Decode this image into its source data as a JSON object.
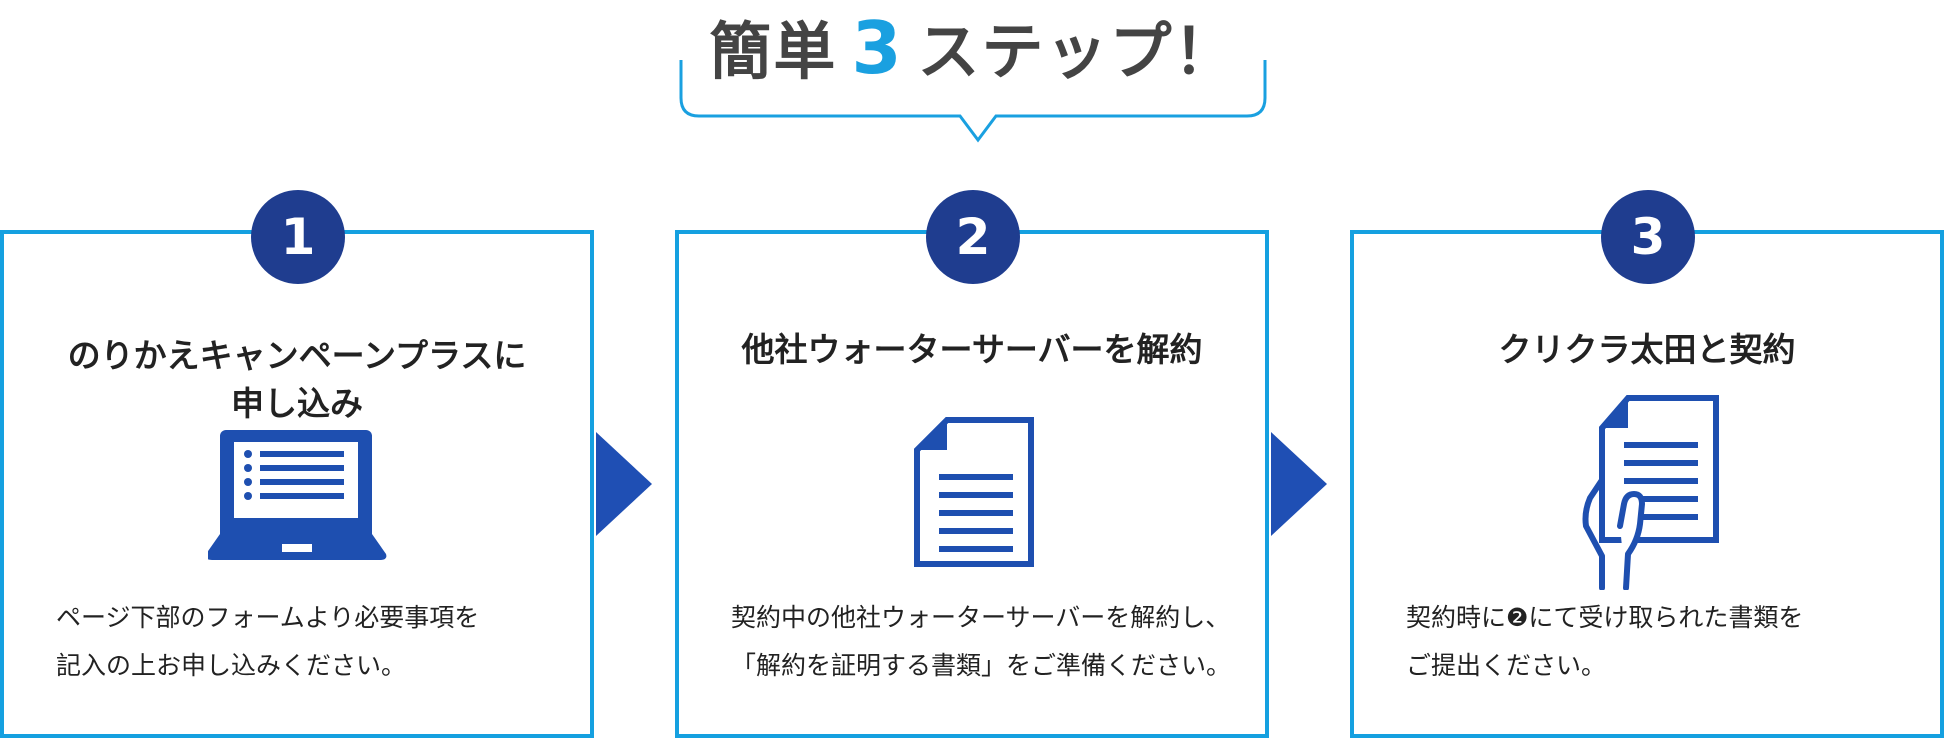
{
  "header": {
    "title_prefix": "簡単",
    "title_number": "3",
    "title_suffix": "ステップ！"
  },
  "steps": [
    {
      "number": "1",
      "title_lines": [
        "のりかえキャンペーンプラスに",
        "申し込み"
      ],
      "body_lines": [
        "ページ下部のフォームより必要事項を",
        "記入の上お申し込みください。"
      ],
      "icon": "laptop-icon"
    },
    {
      "number": "2",
      "title_lines": [
        "他社ウォーターサーバーを解約"
      ],
      "body_lines": [
        "契約中の他社ウォーターサーバーを解約し、",
        "「解約を証明する書類」をご準備ください。"
      ],
      "icon": "document-icon"
    },
    {
      "number": "3",
      "title_lines": [
        "クリクラ太田と契約"
      ],
      "body_lines": [
        "契約時に❷にて受け取られた書類を",
        "ご提出ください。"
      ],
      "icon": "hand-document-icon"
    }
  ],
  "colors": {
    "accent": "#1aa0e0",
    "badge": "#1f3d8f",
    "icon": "#1e4fb0",
    "border": "#15a0e0"
  }
}
